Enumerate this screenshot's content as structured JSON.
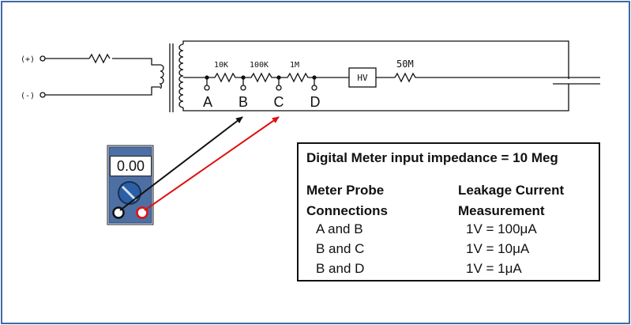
{
  "circuit": {
    "terminal_positive": "(+)",
    "terminal_negative": "(-)",
    "resistors": [
      {
        "label": "10K"
      },
      {
        "label": "100K"
      },
      {
        "label": "1M"
      },
      {
        "label": "50M"
      }
    ],
    "hv_block_label": "HV",
    "taps": [
      "A",
      "B",
      "C",
      "D"
    ]
  },
  "meter": {
    "display_value": "0.00",
    "probe_colors": {
      "common": "#111111",
      "positive": "#e01010"
    },
    "body_color": "#4d6fa3",
    "dial_color": "#2a5fa8"
  },
  "info_box": {
    "title": "Digital Meter input impedance = 10 Meg",
    "col1_header": [
      "Meter Probe",
      "Connections"
    ],
    "col2_header": [
      "Leakage Current",
      "Measurement"
    ],
    "rows": [
      {
        "connection": "A and B",
        "measurement": "1V = 100μA"
      },
      {
        "connection": "B and C",
        "measurement": "1V = 10μA"
      },
      {
        "connection": "B and D",
        "measurement": "1V = 1μA"
      }
    ]
  },
  "colors": {
    "frame_border": "#3f6aa6"
  }
}
